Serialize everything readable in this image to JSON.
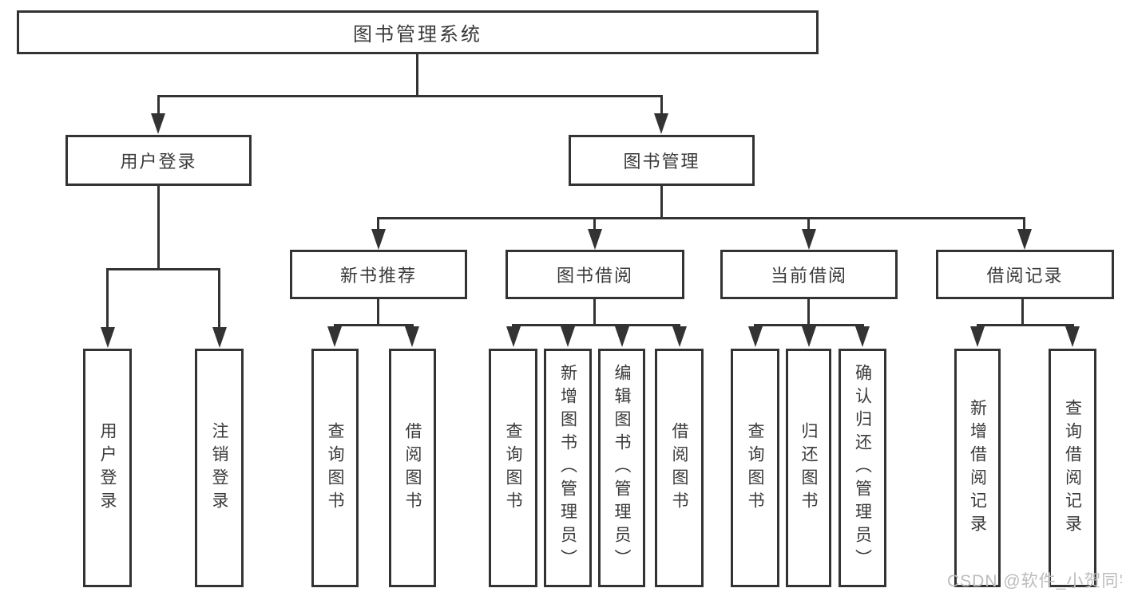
{
  "diagram": {
    "title_node": "图书管理系统",
    "branches": [
      {
        "label": "用户登录",
        "children": [
          "用户登录",
          "注销登录"
        ]
      },
      {
        "label": "图书管理",
        "modules": [
          {
            "label": "新书推荐",
            "children": [
              "查询图书",
              "借阅图书"
            ]
          },
          {
            "label": "图书借阅",
            "children": [
              "查询图书",
              "新增图书（管理员）",
              "编辑图书（管理员）",
              "借阅图书"
            ]
          },
          {
            "label": "当前借阅",
            "children": [
              "查询图书",
              "归还图书",
              "确认归还（管理员）"
            ]
          },
          {
            "label": "借阅记录",
            "children": [
              "新增借阅记录",
              "查询借阅记录"
            ]
          }
        ]
      }
    ]
  },
  "watermark": "CSDN @软件_小贺同学",
  "colors": {
    "line": "#333333",
    "text": "#3a3a3a",
    "watermark": "#bcbcbc",
    "background": "#ffffff"
  }
}
